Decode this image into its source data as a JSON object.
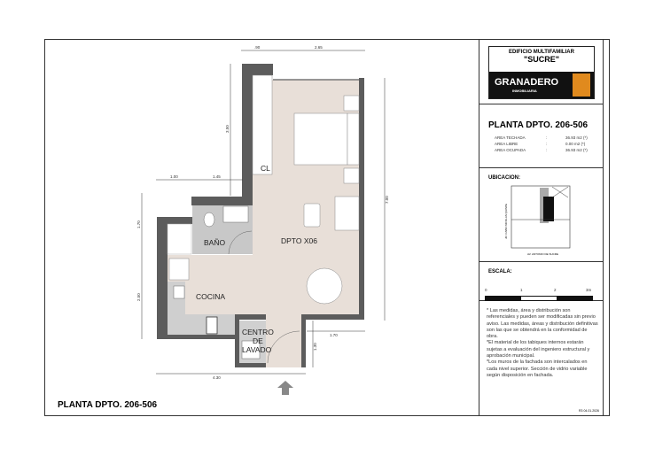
{
  "title_block": {
    "building_line1": "EDIFICIO MULTIFAMILIAR",
    "building_line2": "\"SUCRE\"",
    "brand": "GRANADERO",
    "brand_sub": "INMOBILIARIA",
    "brand_color": "#e08a1e"
  },
  "planta": {
    "title": "PLANTA  DPTO. 206-506",
    "areas": [
      {
        "label": "AREA TECHADA",
        "sep": ":",
        "value": "36.93 m2 (*)"
      },
      {
        "label": "AREA LIBRE",
        "sep": ":",
        "value": "0.00 m2 (*)"
      },
      {
        "label": "AREA OCUPADA",
        "sep": ":",
        "value": "36.93 m2 (*)"
      }
    ]
  },
  "ubicacion": {
    "title": "UBICACION:",
    "street_side": "JR. CABO NICOLAS QUISPE",
    "street_bottom": "AV. ANTONIO DE SUCRE"
  },
  "escala": {
    "title": "ESCALA:",
    "ticks": [
      "0",
      "1",
      "2",
      "3m"
    ]
  },
  "notes": [
    "* Las medidas, área y distribución son referenciales y pueden ser modificadas sin previo aviso. Las medidas, áreas y distribución definitivas son las que se obtendrá en la conformidad de obra.",
    "*El material de los tabiques internos estarán sujetas a evaluación del ingeniero estructural y aprobación municipal.",
    "*Los muros de la fachada son intercalados en cada nivel superior. Sección de vidrio variable según disposición en fachada."
  ],
  "date": "R3 04.01.2026",
  "plan": {
    "title": "PLANTA  DPTO. 206-506",
    "rooms": {
      "main": "DPTO X06",
      "closet": "CL",
      "bath": "BAÑO",
      "kitchen": "COCINA",
      "laundry1": "CENTRO",
      "laundry2": "DE",
      "laundry3": "LAVADO"
    },
    "dims": {
      "top1": ".90",
      "top2": "2.65",
      "v_closet": "3.50",
      "mid1": "1.00",
      "mid2": "1.45",
      "right": "7.00",
      "left1": "1.70",
      "left2": "2.50",
      "notch_h": "1.70",
      "notch_v": "1.30",
      "bottom": "4.30"
    },
    "colors": {
      "wall": "#5c5c5c",
      "floor": "#e8dfd8",
      "wet": "#c8c8c8"
    }
  }
}
